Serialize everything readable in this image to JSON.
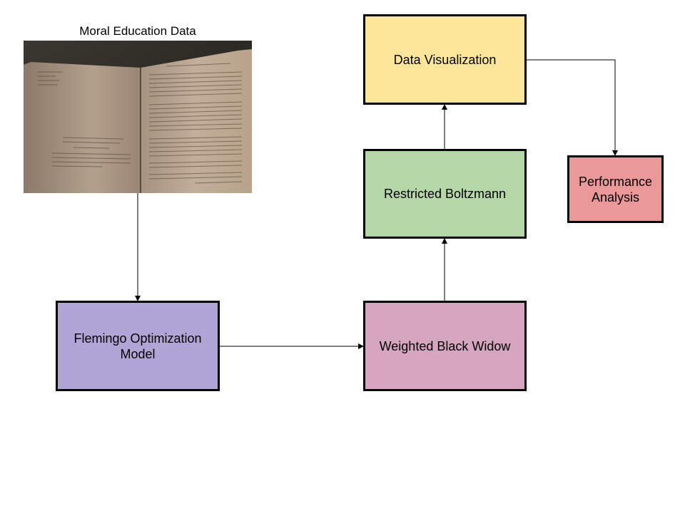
{
  "source": {
    "title": "Moral Education Data",
    "image": "open-book-photo"
  },
  "nodes": {
    "flemingo": {
      "label": "Flemingo Optimization Model",
      "fill": "#b1a5d6"
    },
    "bwo": {
      "label": "Weighted Black Widow",
      "fill": "#d6a5c0"
    },
    "rbm": {
      "label": "Restricted Boltzmann",
      "fill": "#b5d7a8"
    },
    "dataviz": {
      "label": "Data Visualization",
      "fill": "#fde59a"
    },
    "perf": {
      "label": "Performance Analysis",
      "fill": "#ea9898"
    }
  },
  "edges": [
    {
      "from": "source",
      "to": "flemingo"
    },
    {
      "from": "flemingo",
      "to": "bwo"
    },
    {
      "from": "bwo",
      "to": "rbm"
    },
    {
      "from": "rbm",
      "to": "dataviz"
    },
    {
      "from": "dataviz",
      "to": "perf"
    }
  ]
}
